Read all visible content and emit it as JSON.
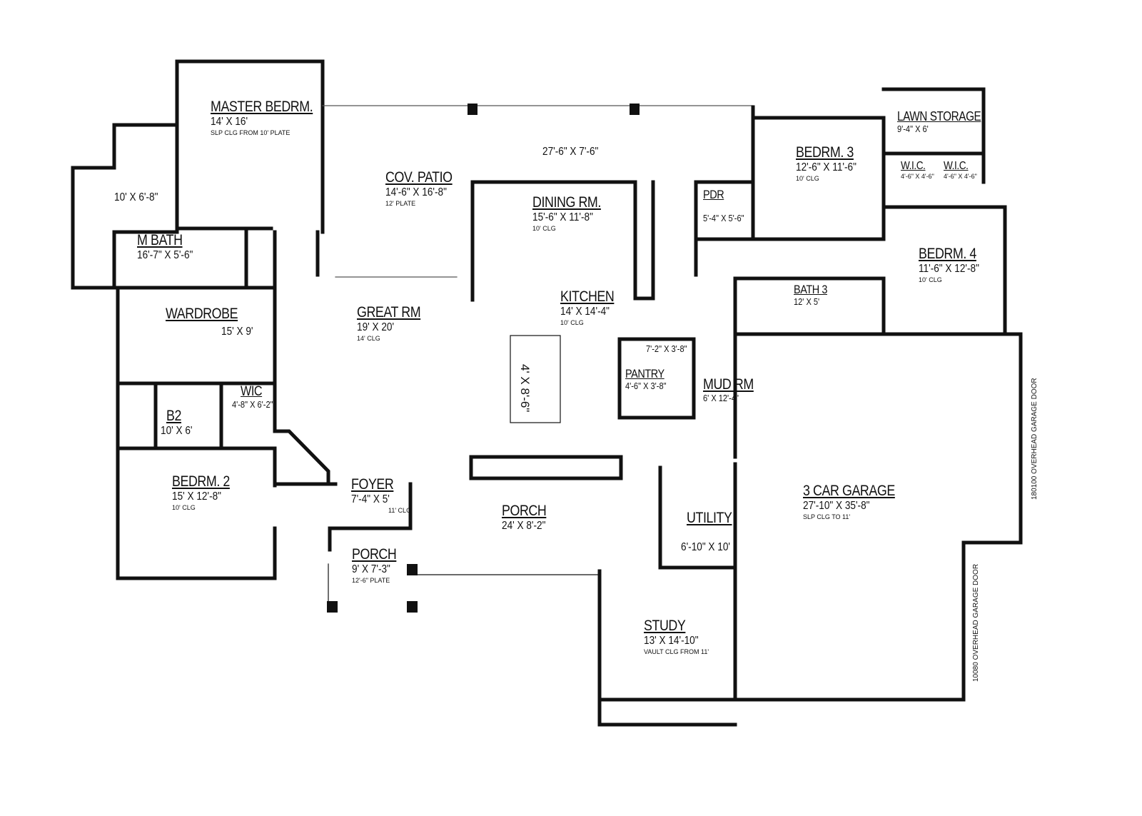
{
  "rooms": {
    "master_bedroom": {
      "name": "MASTER BEDRM.",
      "size": "14' X 16'",
      "note": "SLP CLG FROM 10' PLATE"
    },
    "master_toilet": {
      "size": "10' X 6'-8\""
    },
    "master_bath": {
      "name": "M BATH",
      "size": "16'-7\" X 5'-6\""
    },
    "covered_patio": {
      "name": "COV. PATIO",
      "size": "14'-6\" X 16'-8\"",
      "note": "12' PLATE"
    },
    "patio_extension": {
      "size": "27'-6\" X 7'-6\""
    },
    "dining": {
      "name": "DINING RM.",
      "size": "15'-6\" X 11'-8\"",
      "note": "10' CLG"
    },
    "bedroom3": {
      "name": "BEDRM. 3",
      "size": "12'-6\" X 11'-6\"",
      "note": "10' CLG"
    },
    "lawn_storage": {
      "name": "LAWN STORAGE",
      "size": "9'-4\" X 6'"
    },
    "wic_a": {
      "name": "W.I.C.",
      "size": "4'-6\" X 4'-6\""
    },
    "wic_b": {
      "name": "W.I.C.",
      "size": "4'-6\" X 4'-6\""
    },
    "powder": {
      "name": "PDR",
      "size": "5'-4\" X 5'-6\""
    },
    "bedroom4": {
      "name": "BEDRM. 4",
      "size": "11'-6\" X 12'-8\"",
      "note": "10' CLG"
    },
    "bath3": {
      "name": "BATH 3",
      "size": "12' X 5'"
    },
    "kitchen": {
      "name": "KITCHEN",
      "size": "14' X 14'-4\"",
      "note": "10' CLG"
    },
    "great_room": {
      "name": "GREAT RM",
      "size": "19' X 20'",
      "note": "14' CLG"
    },
    "wardrobe": {
      "name": "WARDROBE",
      "size": "15' X 9'"
    },
    "island": {
      "size": "4' X 8'-6\""
    },
    "pantry": {
      "name": "PANTRY",
      "size": "4'-6\" X 3'-8\"",
      "extra": "7'-2\" X 3'-8\""
    },
    "mud_room": {
      "name": "MUD RM",
      "size": "6' X 12'-4\""
    },
    "b2": {
      "name": "B2",
      "size": "10' X 6'"
    },
    "wic": {
      "name": "WIC",
      "size": "4'-8\" X 6'-2\""
    },
    "bedroom2": {
      "name": "BEDRM. 2",
      "size": "15' X 12'-8\"",
      "note": "10' CLG"
    },
    "foyer": {
      "name": "FOYER",
      "size": "7'-4\" X 5'",
      "note": "11' CLG"
    },
    "porch_main": {
      "name": "PORCH",
      "size": "24' X 8'-2\""
    },
    "porch_entry": {
      "name": "PORCH",
      "size": "9' X 7'-3\"",
      "note": "12'-6\" PLATE"
    },
    "garage": {
      "name": "3 CAR GARAGE",
      "size": "27'-10\" X 35'-8\"",
      "note": "SLP CLG TO 11'"
    },
    "utility": {
      "name": "UTILITY",
      "size": "6'-10\" X 10'"
    },
    "study": {
      "name": "STUDY",
      "size": "13' X 14'-10\"",
      "note": "VAULT CLG FROM 11'"
    }
  },
  "garage_doors": {
    "large": "180100 OVERHEAD GARAGE DOOR",
    "small": "10080 OVERHEAD GARAGE DOOR"
  }
}
